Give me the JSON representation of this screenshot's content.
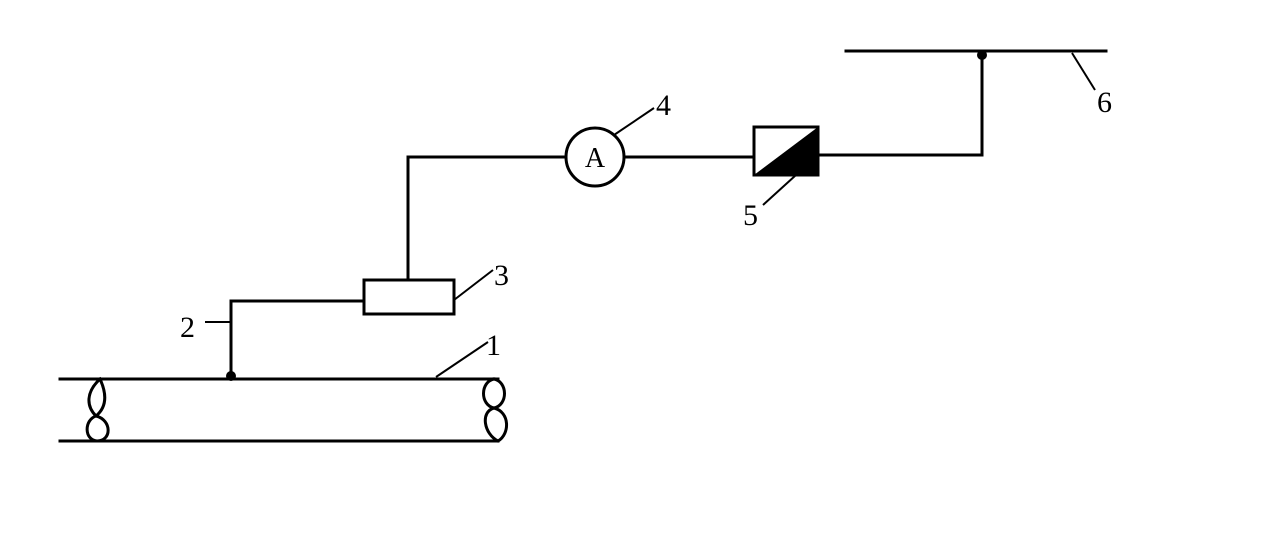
{
  "labels": {
    "pipe": "1",
    "lead_wire": "2",
    "resistor": "3",
    "ammeter": "4",
    "diode": "5",
    "busbar": "6"
  },
  "ammeter_symbol": "A"
}
